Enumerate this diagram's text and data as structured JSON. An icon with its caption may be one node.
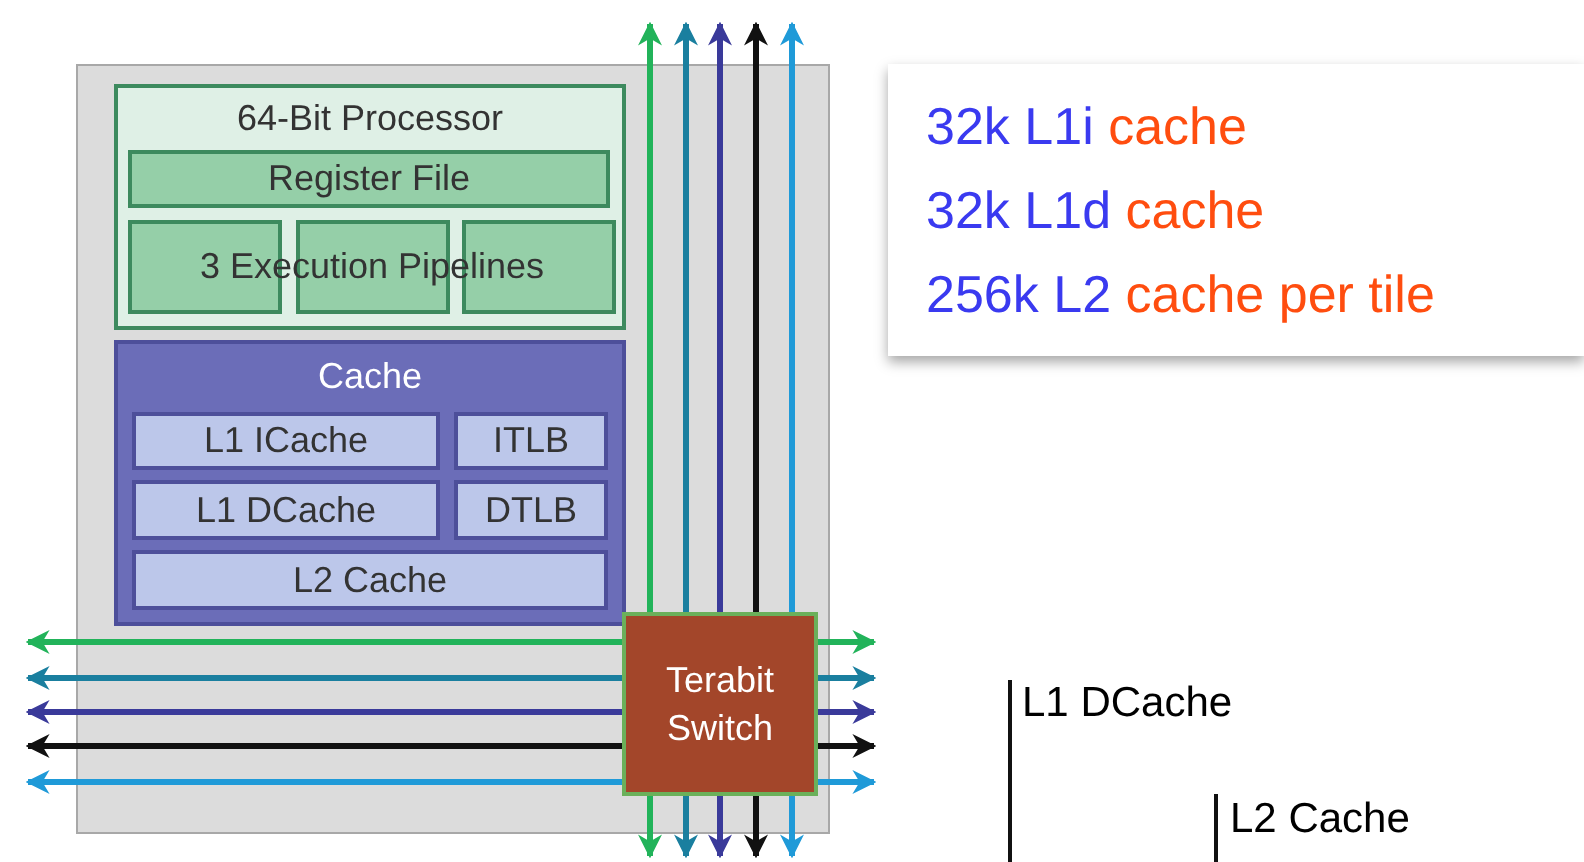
{
  "diagram": {
    "nodes": [
      {
        "text": [],
        "shape": "box"
      },
      {
        "text": [
          "64-Bit Processor"
        ],
        "in": 0
      },
      {
        "text": [
          "Register File"
        ],
        "in": 1
      },
      {
        "text": [
          "3 Execution Pipelines"
        ],
        "in": 1
      },
      {
        "text": [
          "Cache"
        ],
        "in": 0
      },
      {
        "text": [
          "L1 ICache"
        ],
        "in": 4
      },
      {
        "text": [
          "ITLB"
        ],
        "in": 4
      },
      {
        "text": [
          "L1 DCache"
        ],
        "in": 4
      },
      {
        "text": [
          "DTLB"
        ],
        "in": 4
      },
      {
        "text": [
          "L2 Cache"
        ],
        "in": 4
      },
      {
        "text": [
          "Terabit Switch"
        ],
        "in": 0
      },
      {
        "text": [
          "32k L1i cache",
          "32k L1d cache",
          "256k L2 cache per tile"
        ]
      }
    ],
    "edges": [
      {
        "from": 10,
        "to": null,
        "arrow": "to",
        "color": "#22b35a"
      },
      {
        "from": 10,
        "to": null,
        "arrow": "to",
        "color": "#1a7f9f"
      },
      {
        "from": 10,
        "to": null,
        "arrow": "to",
        "color": "#3a3a9a"
      },
      {
        "from": 10,
        "to": null,
        "arrow": "to",
        "color": "#111111"
      },
      {
        "from": 10,
        "to": null,
        "arrow": "to",
        "color": "#1f9ad8"
      },
      {
        "from": 10,
        "to": null,
        "arrow": "to",
        "color": "#22b35a"
      },
      {
        "from": 10,
        "to": null,
        "arrow": "to",
        "color": "#1a7f9f"
      },
      {
        "from": 10,
        "to": null,
        "arrow": "to",
        "color": "#3a3a9a"
      },
      {
        "from": 10,
        "to": null,
        "arrow": "to",
        "color": "#111111"
      },
      {
        "from": 10,
        "to": null,
        "arrow": "to",
        "color": "#1f9ad8"
      },
      {
        "from": 10,
        "to": null,
        "arrow": "to",
        "color": "#22b35a"
      },
      {
        "from": 10,
        "to": null,
        "arrow": "to",
        "color": "#1a7f9f"
      },
      {
        "from": 10,
        "to": null,
        "arrow": "to",
        "color": "#3a3a9a"
      },
      {
        "from": 10,
        "to": null,
        "arrow": "to",
        "color": "#111111"
      },
      {
        "from": 10,
        "to": null,
        "arrow": "to",
        "color": "#1f9ad8"
      },
      {
        "from": 10,
        "to": null,
        "arrow": "to",
        "color": "#22b35a"
      },
      {
        "from": 10,
        "to": null,
        "arrow": "to",
        "color": "#1a7f9f"
      },
      {
        "from": 10,
        "to": null,
        "arrow": "to",
        "color": "#3a3a9a"
      },
      {
        "from": 10,
        "to": null,
        "arrow": "to",
        "color": "#111111"
      },
      {
        "from": 10,
        "to": null,
        "arrow": "to",
        "color": "#1f9ad8"
      }
    ],
    "labels": [
      "L1 DCache",
      "L2 Cache"
    ]
  }
}
